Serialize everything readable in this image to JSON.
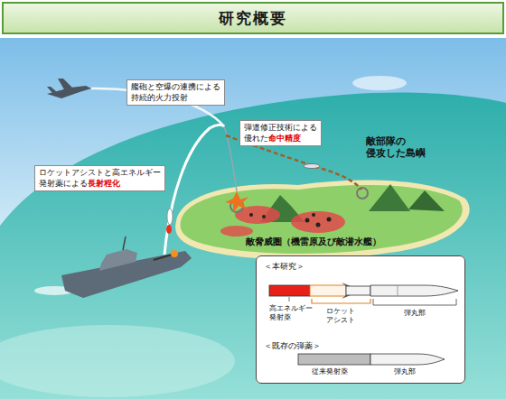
{
  "diagram": {
    "title": "研究概要",
    "nodes": [
      {
        "text": [
          "艦砲と空爆の連携による 持続的火力投射"
        ]
      },
      {
        "text": [
          "弾道修正技術による 優れた",
          "命中精度"
        ]
      },
      {
        "text": [
          "ロケットアシストと高エネルギー 発射薬による",
          "長射程化"
        ]
      },
      {
        "text": [
          "＜本研究＞",
          "＜既存の弾薬＞"
        ]
      }
    ],
    "labels": [
      "敵部隊の 侵攻した島嶼",
      "敵脅威圏（機雷原及び敵潜水艦）",
      "高エネルギー 発射薬",
      "ロケット アシスト",
      "弾丸部",
      "従来発射薬",
      "弾丸部"
    ]
  }
}
